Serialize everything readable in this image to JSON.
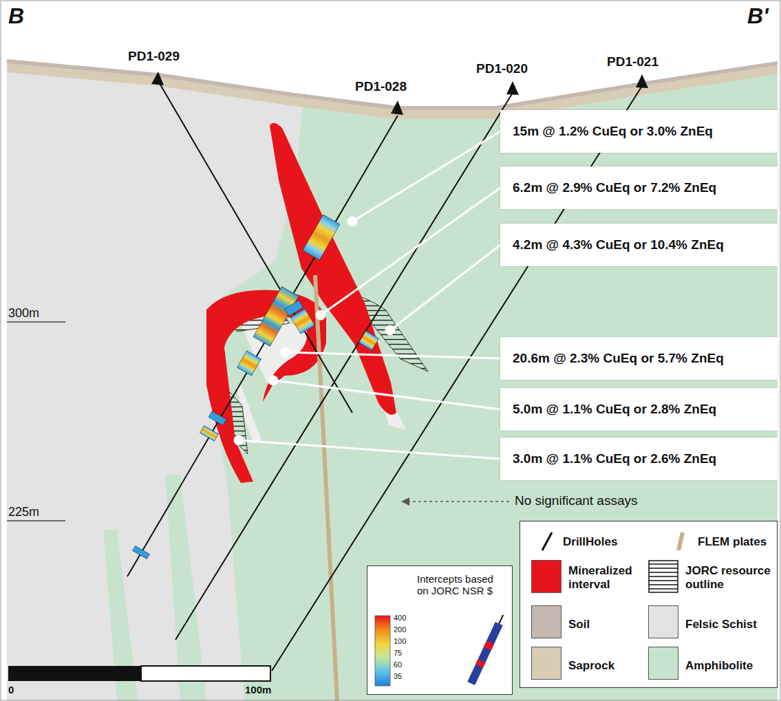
{
  "diagram": {
    "nodes": [
      {
        "text": [
          "15m @ 1.2% CuEq or 3.0% ZnEq"
        ]
      },
      {
        "text": [
          "6.2m @ 2.9% CuEq or 7.2% ZnEq"
        ]
      },
      {
        "text": [
          "4.2m @ 4.3% CuEq or 10.4% ZnEq"
        ]
      },
      {
        "text": [
          "20.6m @ 2.3% CuEq or 5.7% ZnEq"
        ]
      },
      {
        "text": [
          "5.0m @ 1.1% CuEq or 2.8% ZnEq"
        ]
      },
      {
        "text": [
          "3.0m @ 1.1% CuEq or 2.6% ZnEq"
        ]
      },
      {
        "text": [
          "Intercepts based on JORC NSR $"
        ]
      }
    ],
    "labels": [
      "B",
      "B'",
      "PD1-029",
      "PD1-028",
      "PD1-020",
      "PD1-021",
      "300m",
      "225m",
      "No significant assays",
      "400",
      "200",
      "100",
      "75",
      "60",
      "35",
      "0",
      "100m"
    ],
    "legend": [
      {
        "text": "DrillHoles"
      },
      {
        "text": "FLEM plates"
      },
      {
        "text": "Mineralized interval",
        "color": "#e8141c"
      },
      {
        "text": "JORC resource outline"
      },
      {
        "text": "Soil",
        "color": "#c4b8b0"
      },
      {
        "text": "Felsic Schist",
        "color": "#e3e3e3"
      },
      {
        "text": "Saprock",
        "color": "#d9ccb5"
      },
      {
        "text": "Amphibolite",
        "color": "#c8e3cd"
      }
    ]
  }
}
